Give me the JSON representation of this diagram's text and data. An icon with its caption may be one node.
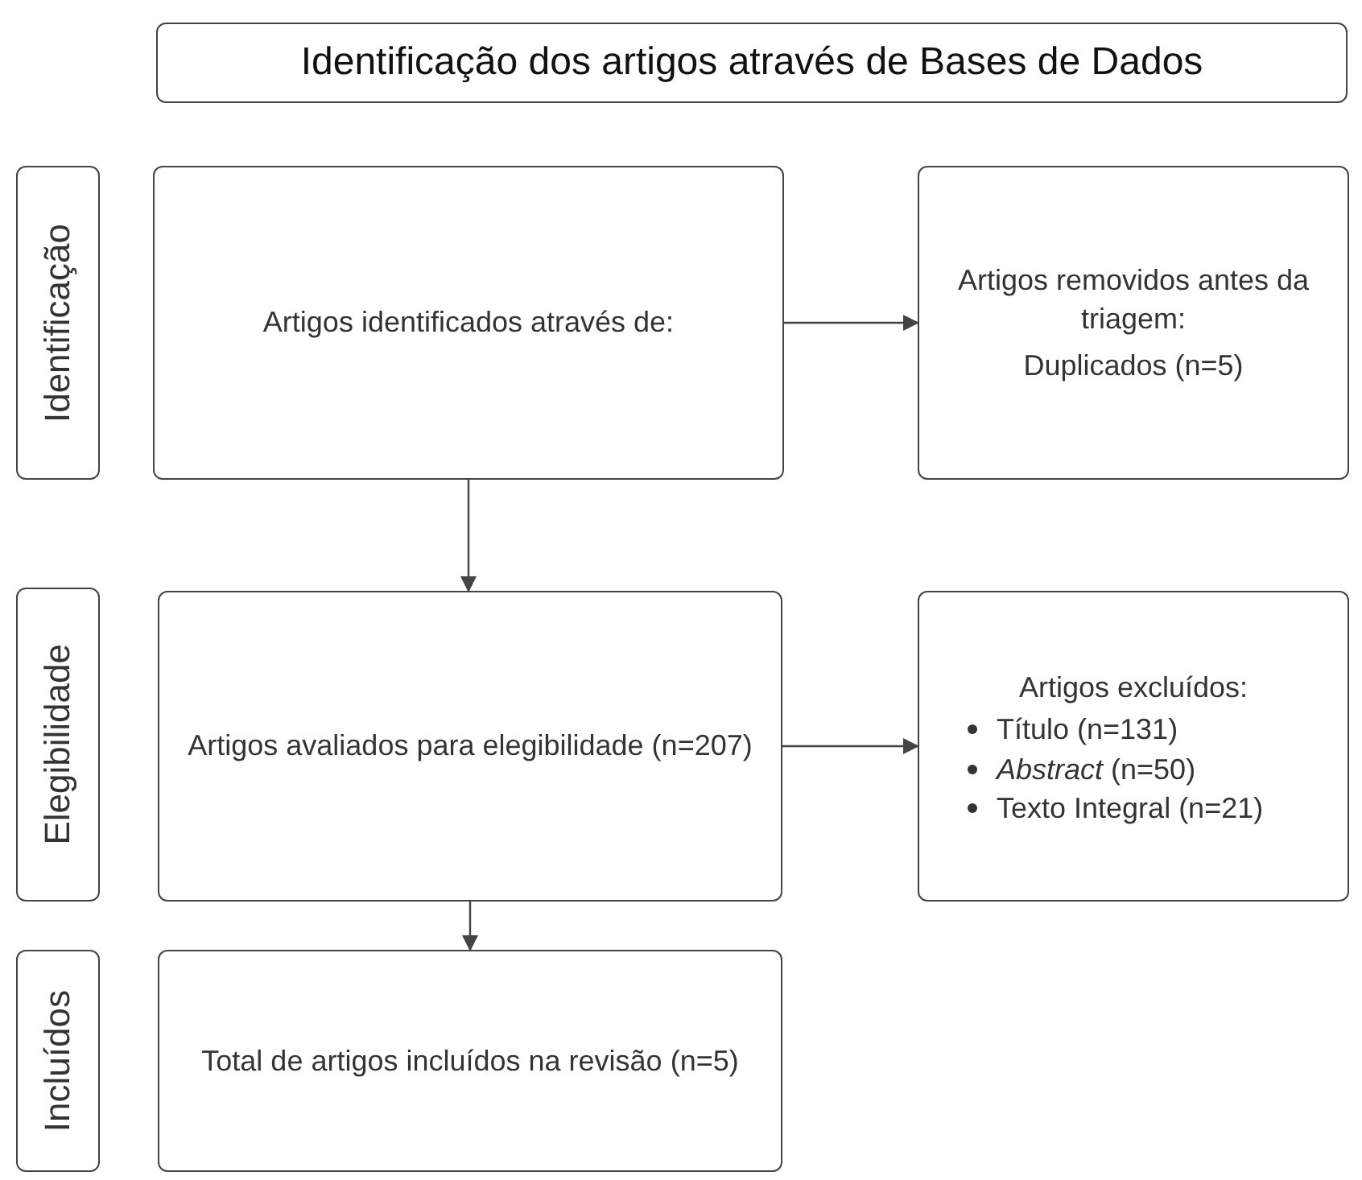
{
  "diagram": {
    "nodes": [
      {
        "text": [
          "Identificação dos artigos através de Bases de Dados"
        ]
      },
      {
        "text": [
          "Identificação"
        ]
      },
      {
        "text": [
          "Artigos identificados através de:"
        ]
      },
      {
        "text": [
          "Artigos removidos antes da triagem:",
          "Duplicados (n=5)"
        ]
      },
      {
        "text": [
          "Elegibilidade"
        ]
      },
      {
        "text": [
          "Artigos avaliados para elegibilidade (n=207)"
        ]
      },
      {
        "text": [
          "Artigos excluídos:",
          "Título (n=131)",
          "*Abstract* (n=50)",
          "Texto Integral (n=21)"
        ]
      },
      {
        "text": [
          "Incluídos"
        ]
      },
      {
        "text": [
          "Total de artigos incluídos na revisão (n=5)"
        ]
      }
    ],
    "edges": [
      {
        "from": 2,
        "to": 3,
        "arrow": "to"
      },
      {
        "from": 2,
        "to": 5,
        "arrow": "to"
      },
      {
        "from": 5,
        "to": 6,
        "arrow": "to"
      },
      {
        "from": 5,
        "to": 8,
        "arrow": "to"
      }
    ]
  }
}
